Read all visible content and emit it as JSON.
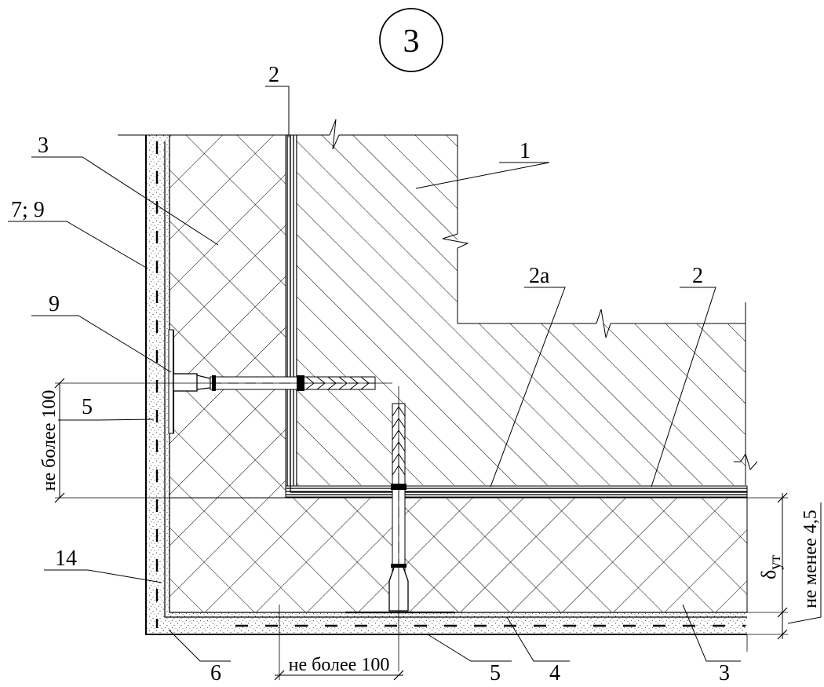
{
  "detail": {
    "number": "3"
  },
  "leaders": [
    {
      "id": "l-2-top",
      "text": "2"
    },
    {
      "id": "l-3-left",
      "text": "3"
    },
    {
      "id": "l-1",
      "text": "1"
    },
    {
      "id": "l-7-9",
      "text": "7; 9"
    },
    {
      "id": "l-2a",
      "text": "2а"
    },
    {
      "id": "l-2-right",
      "text": "2"
    },
    {
      "id": "l-9",
      "text": "9"
    },
    {
      "id": "l-5-left",
      "text": "5"
    },
    {
      "id": "l-14",
      "text": "14"
    },
    {
      "id": "l-6",
      "text": "6"
    },
    {
      "id": "l-5-bottom",
      "text": "5"
    },
    {
      "id": "l-4",
      "text": "4"
    },
    {
      "id": "l-3-bottom",
      "text": "3"
    }
  ],
  "dimensions": {
    "left_vertical": "не более 100",
    "bottom_horizontal": "не более 100",
    "right_thickness_symbol": "δ",
    "right_thickness_sub": "ут",
    "right_min": "не менее 4,5"
  },
  "colors": {
    "line": "#000000",
    "fill": "#ffffff"
  }
}
